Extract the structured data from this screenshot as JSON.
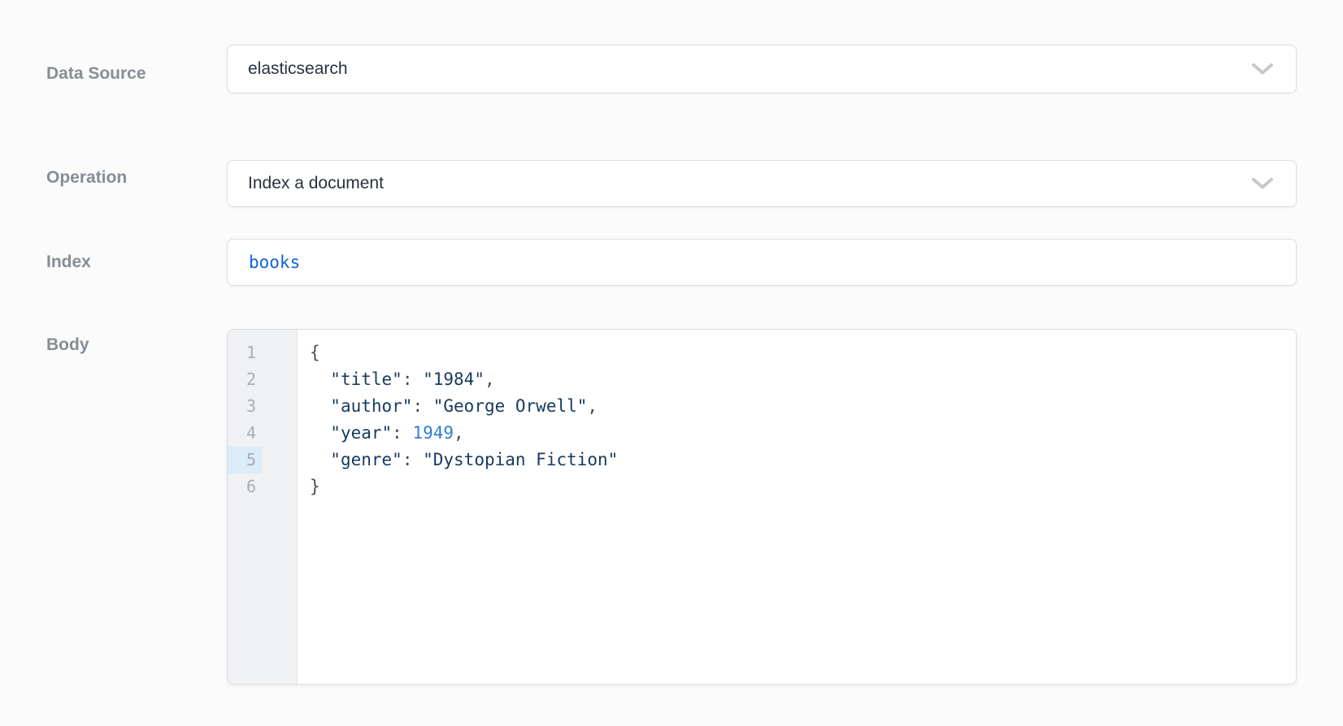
{
  "fields": {
    "data_source": {
      "label": "Data Source",
      "value": "elasticsearch",
      "type": "select"
    },
    "operation": {
      "label": "Operation",
      "value": "Index a document",
      "type": "select"
    },
    "index": {
      "label": "Index",
      "value": "books",
      "type": "text"
    },
    "body": {
      "label": "Body",
      "type": "code-editor"
    }
  },
  "icons": {
    "dropdown": "chevron-down-icon"
  },
  "colors": {
    "page_background": "#fbfbfb",
    "box_border": "#d9dde3",
    "label_text": "#868d95",
    "field_text": "#28323e",
    "index_value_blue": "#1065d8",
    "gutter_background": "#f0f1f3",
    "line_number": "#a9aeb5",
    "active_line_highlight": "#dbecfb",
    "code_string": "#173a5e",
    "code_number": "#2f7dd1",
    "code_punctuation": "#414d5a",
    "chevron": "#c5c9ce"
  },
  "body_editor": {
    "active_line": 5,
    "lines": [
      {
        "n": 1,
        "tokens": [
          [
            "punct",
            "{"
          ]
        ]
      },
      {
        "n": 2,
        "tokens": [
          [
            "plain",
            "  "
          ],
          [
            "string",
            "\"title\""
          ],
          [
            "punct",
            ": "
          ],
          [
            "string",
            "\"1984\""
          ],
          [
            "punct",
            ","
          ]
        ]
      },
      {
        "n": 3,
        "tokens": [
          [
            "plain",
            "  "
          ],
          [
            "string",
            "\"author\""
          ],
          [
            "punct",
            ": "
          ],
          [
            "string",
            "\"George Orwell\""
          ],
          [
            "punct",
            ","
          ]
        ]
      },
      {
        "n": 4,
        "tokens": [
          [
            "plain",
            "  "
          ],
          [
            "string",
            "\"year\""
          ],
          [
            "punct",
            ": "
          ],
          [
            "number",
            "1949"
          ],
          [
            "punct",
            ","
          ]
        ]
      },
      {
        "n": 5,
        "tokens": [
          [
            "plain",
            "  "
          ],
          [
            "string",
            "\"genre\""
          ],
          [
            "punct",
            ": "
          ],
          [
            "string",
            "\"Dystopian Fiction\""
          ]
        ]
      },
      {
        "n": 6,
        "tokens": [
          [
            "punct",
            "}"
          ]
        ]
      }
    ]
  }
}
